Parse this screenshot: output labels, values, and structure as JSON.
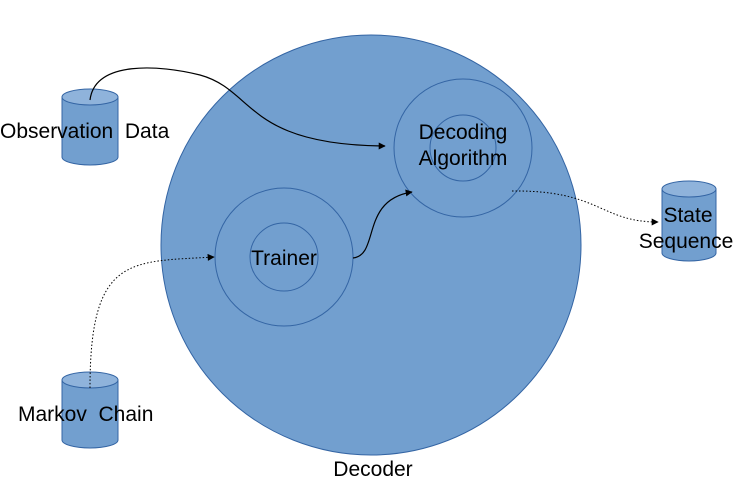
{
  "nodes": {
    "decoder": {
      "label": "Decoder"
    },
    "decoding_algorithm": {
      "label_line1": "Decoding",
      "label_line2": "Algorithm"
    },
    "trainer": {
      "label": "Trainer"
    },
    "observation_data": {
      "label": "Observation  Data"
    },
    "markov_chain": {
      "label": "Markov  Chain"
    },
    "state_sequence": {
      "label_line1": "State",
      "label_line2": "Sequence"
    }
  },
  "colors": {
    "fill": "#729fcf",
    "stroke": "#3465a4",
    "edge": "#000000"
  },
  "edges": [
    {
      "from": "observation_data",
      "to": "decoding_algorithm",
      "style": "solid"
    },
    {
      "from": "markov_chain",
      "to": "trainer",
      "style": "dotted"
    },
    {
      "from": "trainer",
      "to": "decoding_algorithm",
      "style": "solid"
    },
    {
      "from": "decoding_algorithm",
      "to": "state_sequence",
      "style": "dotted"
    }
  ]
}
